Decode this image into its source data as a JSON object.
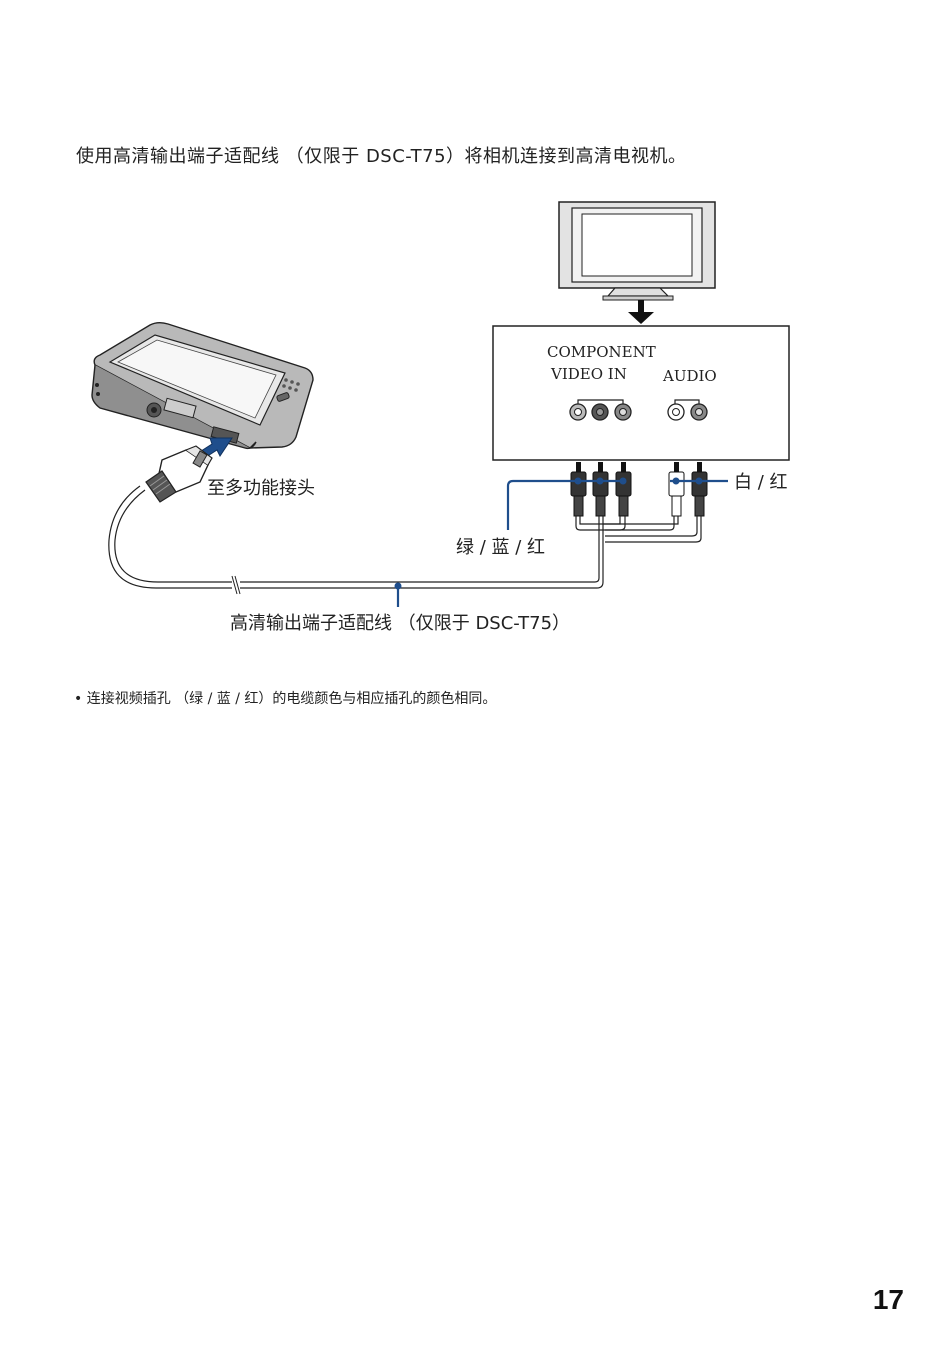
{
  "page": {
    "intro_text": "使用高清输出端子适配线 （仅限于 DSC-T75）将相机连接到高清电视机。",
    "note_text": "• 连接视频插孔 （绿 / 蓝 / 红）的电缆颜色与相应插孔的颜色相同。",
    "page_number": "17"
  },
  "diagram": {
    "component_label_line1": "COMPONENT",
    "component_label_line2": "VIDEO  IN",
    "audio_label": "AUDIO",
    "multi_connector_label": "至多功能接头",
    "audio_colors_label": "白 / 红",
    "video_colors_label": "绿 / 蓝 / 红",
    "cable_label": "高清输出端子适配线 （仅限于 DSC-T75）",
    "accent_color": "#1f4e8c"
  }
}
